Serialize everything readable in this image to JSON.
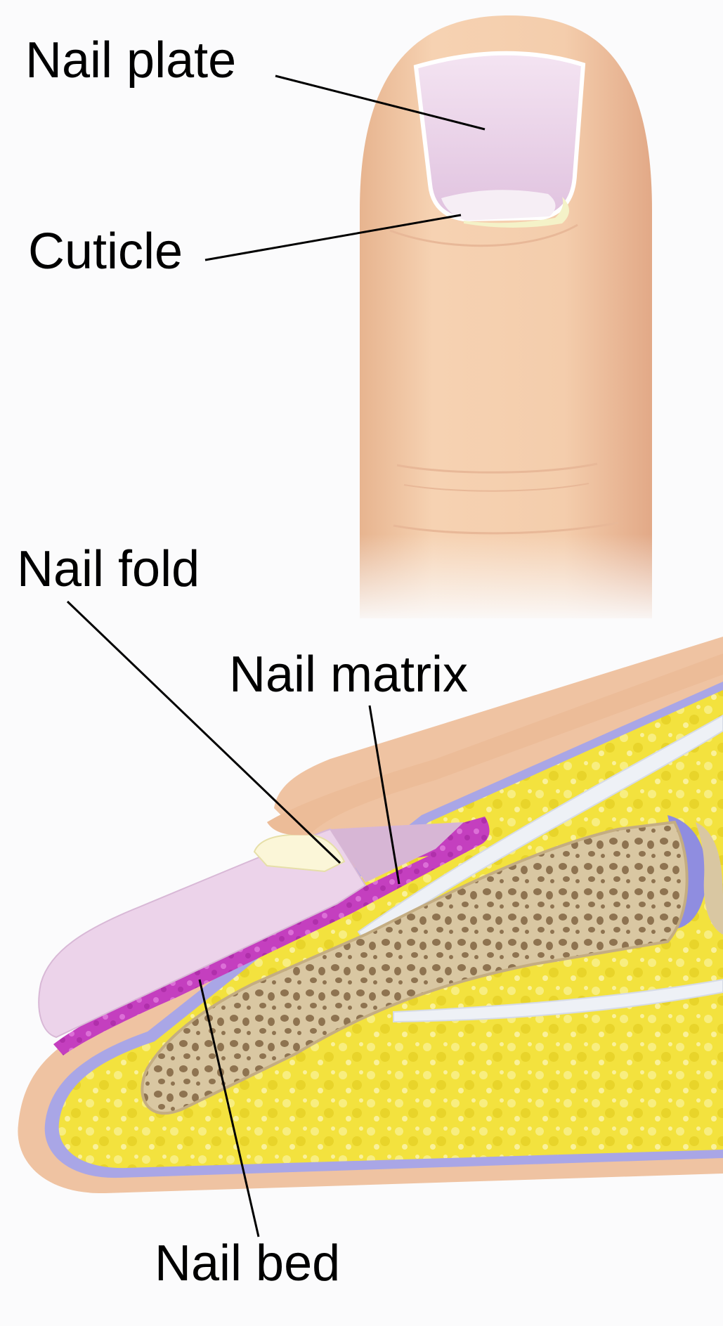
{
  "figure": {
    "labels": {
      "nail_plate": "Nail plate",
      "cuticle": "Cuticle",
      "nail_fold": "Nail fold",
      "nail_matrix": "Nail matrix",
      "nail_bed": "Nail bed"
    },
    "colors": {
      "background": "#fbfbfc",
      "skin": "#f3c9a4",
      "skin_shadow": "#e6b08c",
      "nail_plate": "#ecd3ea",
      "cuticle": "#fbf6d8",
      "nail_matrix": "#c43fbf",
      "fat_tissue": "#f2e13a",
      "bone": "#d8c6a0",
      "bone_pores": "#8e7350",
      "ligament": "#eef1f6",
      "periosteum": "#9d9be0",
      "leader_line": "#000000"
    }
  }
}
